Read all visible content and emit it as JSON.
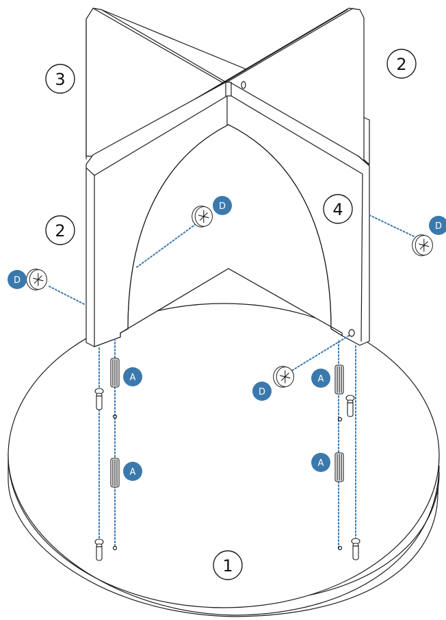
{
  "colors": {
    "accent": "#3b79ad",
    "line": "#1a1a1a"
  },
  "part_labels": {
    "p1": "1",
    "p2a": "2",
    "p2b": "2",
    "p3": "3",
    "p4": "4"
  },
  "hardware_labels": {
    "a": "A",
    "d": "D"
  }
}
